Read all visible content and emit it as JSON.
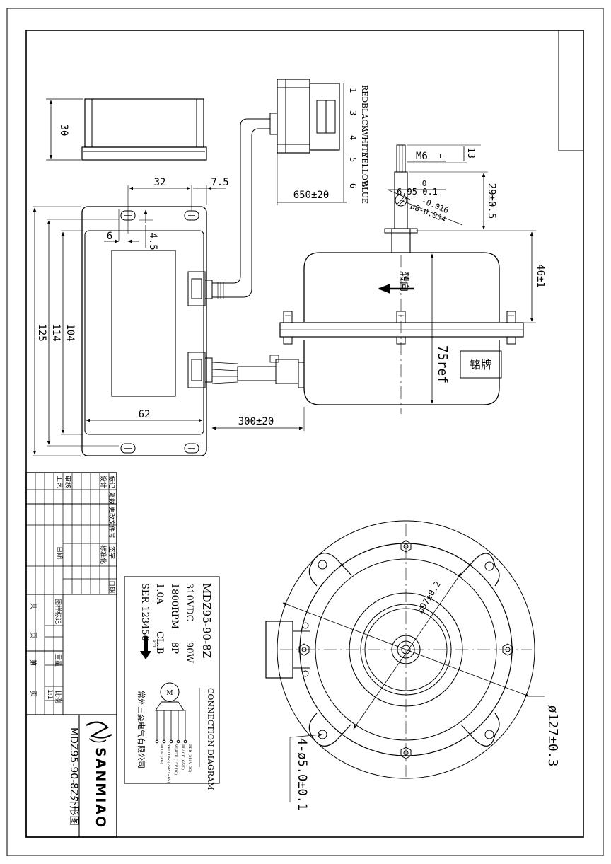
{
  "controller": {
    "dim_height": "30",
    "dim_hole_pitch": "32",
    "dim_edge": "7.5",
    "dim_hole_offset": "6",
    "dim_hole_small": "4.5",
    "dim_width": "62",
    "dim_inner_length": "104",
    "dim_mid_length": "114",
    "dim_outer_length": "125"
  },
  "connector": {
    "pins": [
      "1",
      "3",
      "4",
      "5",
      "6"
    ],
    "wire_colors": [
      "RED",
      "BLACK",
      "WHITE",
      "YELLOW",
      "BLUE"
    ],
    "cable_length": "650±20"
  },
  "motor_side": {
    "lead_length": "300±20",
    "thread": "M6",
    "thread_mark": "±",
    "thread_length": "13",
    "flat_tol_upper": "0",
    "flat_nominal": "6.95-0.1",
    "shaft_tol_upper": "-0.016",
    "shaft_dia": "ø8-0.034",
    "shaft_length": "29±0.5",
    "mount_height": "46±1",
    "body_height": "75ref",
    "rotation_label": "转向",
    "nameplate_label": "铭牌"
  },
  "motor_front": {
    "bolt_circle": "ø97±0.2",
    "outer_dia": "ø127±0.3",
    "holes": "4-ø5.0±0.1"
  },
  "nameplate": {
    "model": "MDZ95-90-8Z",
    "voltage": "310VDC",
    "power": "90W",
    "speed": "1800RPM",
    "poles": "8P",
    "current": "1.0A",
    "insulation": "CL.B",
    "serial": "SER 123456",
    "rot": "ROT",
    "diagram_title": "CONNECTION DIAGRAM",
    "motor_symbol": "M",
    "wires": [
      "RED (310V DC)",
      "BLACK (GND)",
      "WHITE (15V DC)",
      "YELLOW (VSP 1~6V)",
      "BLUE (FG)"
    ],
    "company": "常州三淼电气有限公司"
  },
  "title_block": {
    "rows_left": [
      "标记",
      "处数",
      "更改文件号",
      "签字",
      "日期"
    ],
    "rows_left2": [
      "设计",
      "标准化"
    ],
    "rows_left3": [
      "审核",
      "工艺",
      "日期"
    ],
    "label_stage": "图样标记",
    "label_weight": "重量",
    "label_scale": "比例",
    "scale_value": "1:1",
    "label_total": "共",
    "label_sheet_total": "页",
    "label_no": "第",
    "label_sheet_no": "页",
    "brand": "SANMIAO",
    "drawing_title": "MDZ95-90-8Z外形图"
  }
}
